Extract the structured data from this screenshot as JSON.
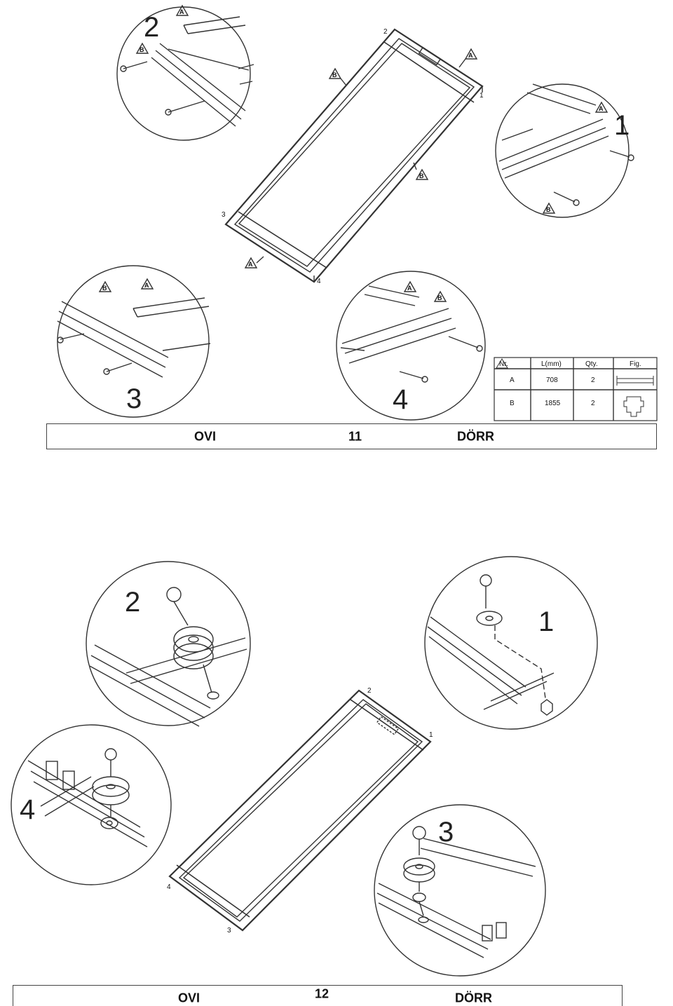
{
  "page11": {
    "callouts": {
      "circle_top_left": "2",
      "circle_top_right": "1",
      "circle_bottom_left": "3",
      "circle_bottom_right": "4"
    },
    "frame_corner_labels": {
      "c2": "2",
      "c1": "1",
      "c3": "3",
      "c4": "4"
    },
    "part_markers": {
      "a": "A",
      "b": "B"
    },
    "parts_table": {
      "headers": [
        "Nr.",
        "L(mm)",
        "Qty.",
        "Fig."
      ],
      "rows": [
        {
          "nr": "A",
          "length": "708",
          "qty": "2"
        },
        {
          "nr": "B",
          "length": "1855",
          "qty": "2"
        }
      ]
    },
    "footer": {
      "left": "OVI",
      "page": "11",
      "right": "DÖRR"
    }
  },
  "page12": {
    "callouts": {
      "circle_top_left": "2",
      "circle_top_right": "1",
      "circle_bottom_left": "4",
      "circle_bottom_right": "3"
    },
    "frame_corner_labels": {
      "c2": "2",
      "c1": "1",
      "c3": "3",
      "c4": "4"
    },
    "footer": {
      "left": "OVI",
      "page": "12",
      "right": "DÖRR"
    }
  }
}
